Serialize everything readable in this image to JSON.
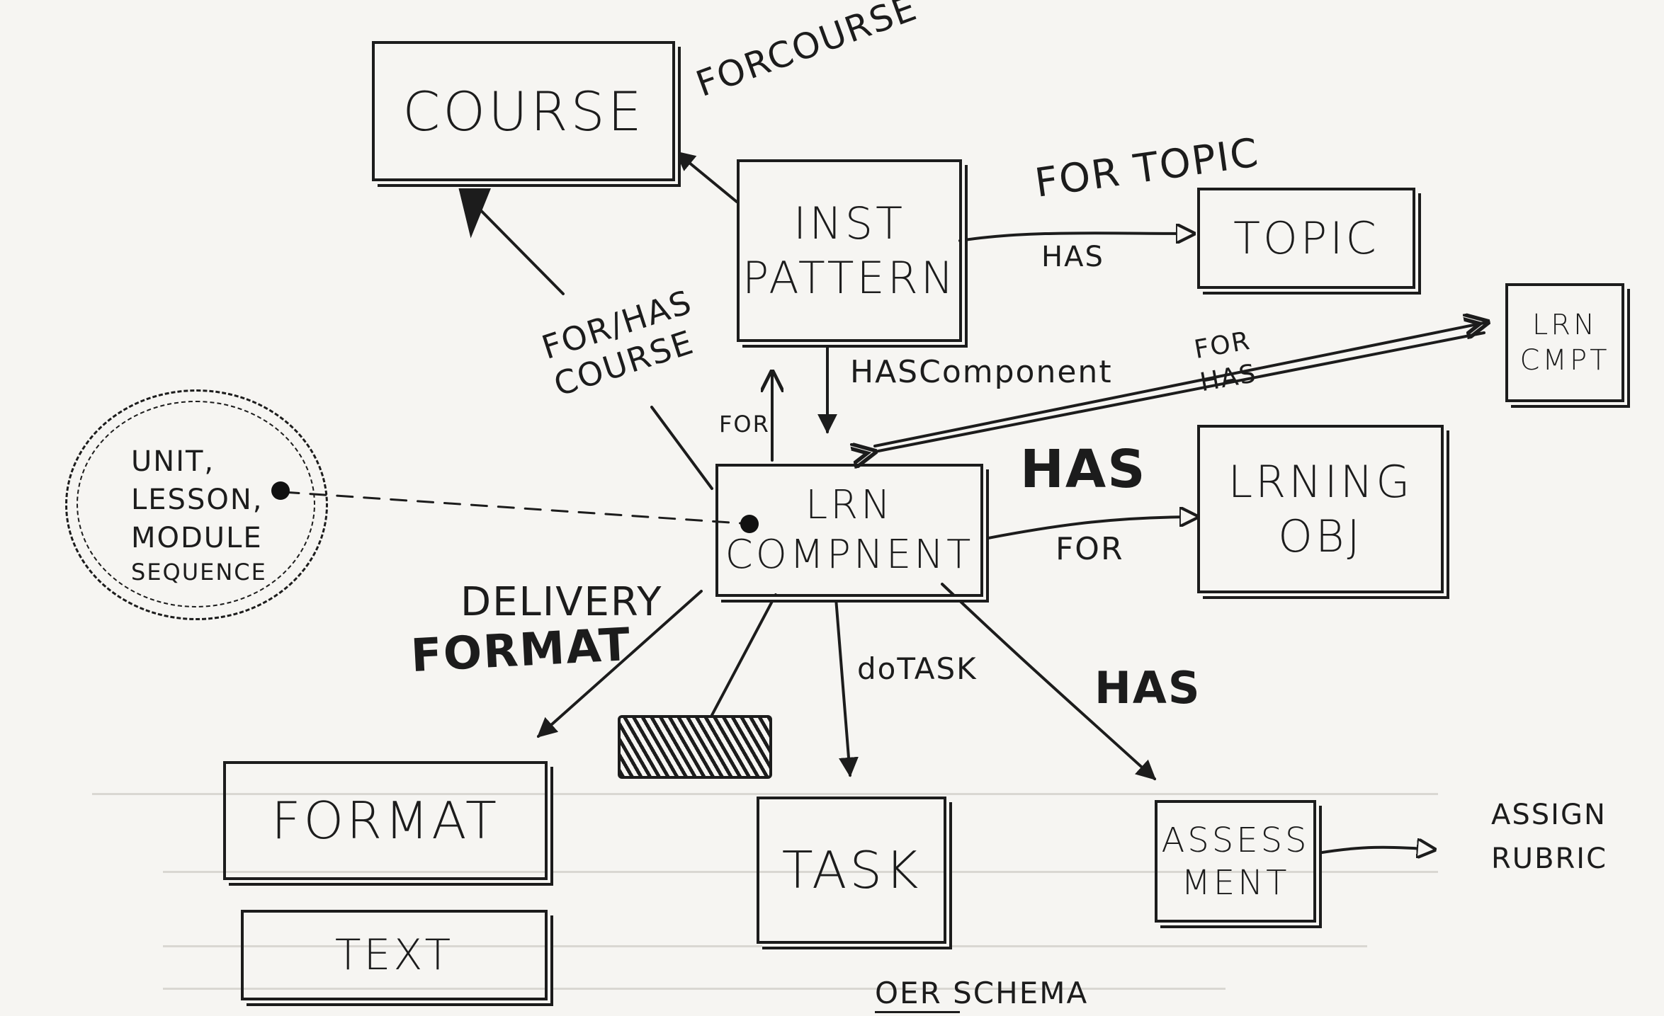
{
  "nodes": {
    "course": "COURSE",
    "inst_pattern": [
      "INST",
      "PATTERN"
    ],
    "topic": "TOPIC",
    "lrn_cmpt": [
      "LRN",
      "CMPT"
    ],
    "lrn_component": [
      "LRN",
      "COMPNENT"
    ],
    "lrning_obj": [
      "LRNING",
      "OBJ"
    ],
    "format": "FORMAT",
    "text": "TEXT",
    "task": "TASK",
    "assessment": [
      "ASSESS",
      "MENT"
    ]
  },
  "relations": {
    "for_course": "FORCOURSE",
    "for_topic": "FOR TOPIC",
    "has_topic": "HAS",
    "has_component": "HASComponent",
    "for_up": "FOR",
    "forhas_course": [
      "FOR/HAS",
      "COURSE"
    ],
    "for_has_cmpt": [
      "FOR",
      "HAS"
    ],
    "has_obj": "HAS",
    "for_obj": "FOR",
    "delivery": "DELIVERY",
    "format_label": "FORMAT",
    "do_task": "doTASK",
    "has_assess": "HAS",
    "assign_rubric": [
      "ASSIGN",
      "RUBRIC"
    ]
  },
  "sequence_note": [
    "UNIT,",
    "LESSON,",
    "MODULE",
    "SEQUENCE"
  ],
  "caption": "OER SCHEMA",
  "colors": {
    "ink": "#1c1c1c",
    "paper": "#f6f5f2"
  }
}
